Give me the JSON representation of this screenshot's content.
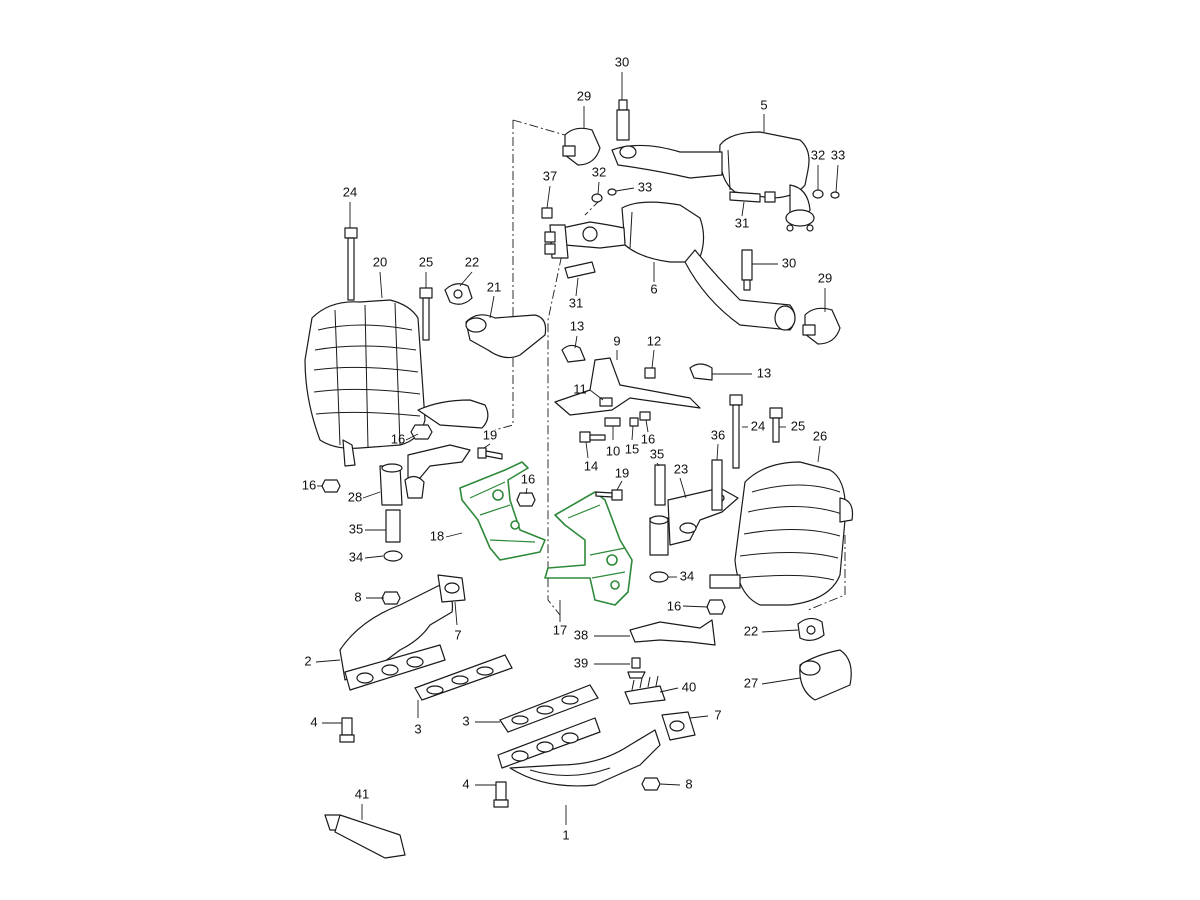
{
  "accent_color": "#2e8a3a",
  "line_color": "#1a1a1a",
  "callouts": [
    {
      "id": "c1",
      "label": "1"
    },
    {
      "id": "c2",
      "label": "2"
    },
    {
      "id": "c3a",
      "label": "3"
    },
    {
      "id": "c3b",
      "label": "3"
    },
    {
      "id": "c4a",
      "label": "4"
    },
    {
      "id": "c4b",
      "label": "4"
    },
    {
      "id": "c5",
      "label": "5"
    },
    {
      "id": "c6",
      "label": "6"
    },
    {
      "id": "c7a",
      "label": "7"
    },
    {
      "id": "c7b",
      "label": "7"
    },
    {
      "id": "c8a",
      "label": "8"
    },
    {
      "id": "c8b",
      "label": "8"
    },
    {
      "id": "c9",
      "label": "9"
    },
    {
      "id": "c10",
      "label": "10"
    },
    {
      "id": "c11",
      "label": "11"
    },
    {
      "id": "c12",
      "label": "12"
    },
    {
      "id": "c13a",
      "label": "13"
    },
    {
      "id": "c13b",
      "label": "13"
    },
    {
      "id": "c14",
      "label": "14"
    },
    {
      "id": "c15",
      "label": "15"
    },
    {
      "id": "c16a",
      "label": "16"
    },
    {
      "id": "c16b",
      "label": "16"
    },
    {
      "id": "c16c",
      "label": "16"
    },
    {
      "id": "c16d",
      "label": "16"
    },
    {
      "id": "c16e",
      "label": "16"
    },
    {
      "id": "c17",
      "label": "17"
    },
    {
      "id": "c18",
      "label": "18"
    },
    {
      "id": "c19a",
      "label": "19"
    },
    {
      "id": "c19b",
      "label": "19"
    },
    {
      "id": "c20",
      "label": "20"
    },
    {
      "id": "c21",
      "label": "21"
    },
    {
      "id": "c22a",
      "label": "22"
    },
    {
      "id": "c22b",
      "label": "22"
    },
    {
      "id": "c23",
      "label": "23"
    },
    {
      "id": "c24a",
      "label": "24"
    },
    {
      "id": "c24b",
      "label": "24"
    },
    {
      "id": "c25a",
      "label": "25"
    },
    {
      "id": "c25b",
      "label": "25"
    },
    {
      "id": "c26",
      "label": "26"
    },
    {
      "id": "c27",
      "label": "27"
    },
    {
      "id": "c28",
      "label": "28"
    },
    {
      "id": "c29a",
      "label": "29"
    },
    {
      "id": "c29b",
      "label": "29"
    },
    {
      "id": "c30a",
      "label": "30"
    },
    {
      "id": "c30b",
      "label": "30"
    },
    {
      "id": "c31a",
      "label": "31"
    },
    {
      "id": "c31b",
      "label": "31"
    },
    {
      "id": "c32a",
      "label": "32"
    },
    {
      "id": "c32b",
      "label": "32"
    },
    {
      "id": "c33a",
      "label": "33"
    },
    {
      "id": "c33b",
      "label": "33"
    },
    {
      "id": "c34a",
      "label": "34"
    },
    {
      "id": "c34b",
      "label": "34"
    },
    {
      "id": "c35a",
      "label": "35"
    },
    {
      "id": "c35b",
      "label": "35"
    },
    {
      "id": "c36",
      "label": "36"
    },
    {
      "id": "c37",
      "label": "37"
    },
    {
      "id": "c38",
      "label": "38"
    },
    {
      "id": "c39",
      "label": "39"
    },
    {
      "id": "c40",
      "label": "40"
    },
    {
      "id": "c41",
      "label": "41"
    }
  ]
}
